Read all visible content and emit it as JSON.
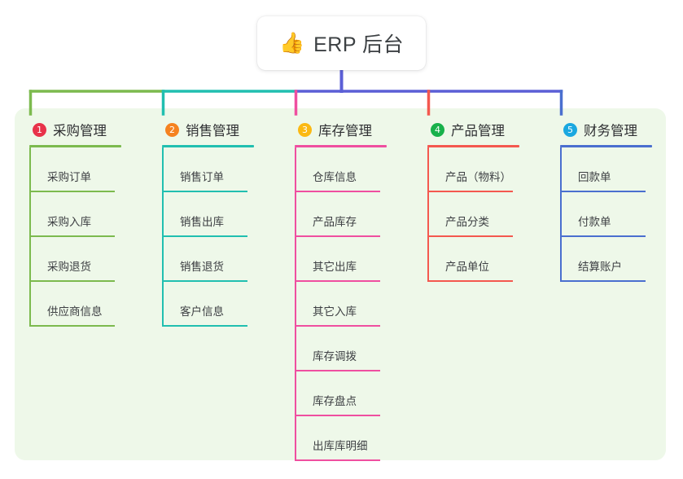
{
  "root": {
    "icon": "thumbs-up-icon",
    "emoji": "👍",
    "title": "ERP 后台"
  },
  "colors": {
    "panel_background": "#eef8e9",
    "page_background": "#ffffff",
    "root_text": "#3c4043",
    "branch_text": "#2f3033",
    "leaf_text": "#3d3f43",
    "root_stem": "#5b5fd6"
  },
  "branches": [
    {
      "number": "1",
      "label": "采购管理",
      "badge_color": "#e8334a",
      "line_color": "#7cba4e",
      "leaves": [
        {
          "label": "采购订单"
        },
        {
          "label": "采购入库"
        },
        {
          "label": "采购退货"
        },
        {
          "label": "供应商信息"
        }
      ]
    },
    {
      "number": "2",
      "label": "销售管理",
      "badge_color": "#f58220",
      "line_color": "#21bfb0",
      "leaves": [
        {
          "label": "销售订单"
        },
        {
          "label": "销售出库"
        },
        {
          "label": "销售退货"
        },
        {
          "label": "客户信息"
        }
      ]
    },
    {
      "number": "3",
      "label": "库存管理",
      "badge_color": "#fbb913",
      "line_color": "#ef4fa0",
      "leaves": [
        {
          "label": "仓库信息"
        },
        {
          "label": "产品库存"
        },
        {
          "label": "其它出库"
        },
        {
          "label": "其它入库"
        },
        {
          "label": "库存调拨"
        },
        {
          "label": "库存盘点"
        },
        {
          "label": "出库库明细"
        }
      ]
    },
    {
      "number": "4",
      "label": "产品管理",
      "badge_color": "#18b14b",
      "line_color": "#f4584f",
      "leaves": [
        {
          "label": "产品（物料）"
        },
        {
          "label": "产品分类"
        },
        {
          "label": "产品单位"
        }
      ]
    },
    {
      "number": "5",
      "label": "财务管理",
      "badge_color": "#1aa8e0",
      "line_color": "#4a6fcf",
      "leaves": [
        {
          "label": "回款单"
        },
        {
          "label": "付款单"
        },
        {
          "label": "结算账户"
        }
      ]
    }
  ]
}
